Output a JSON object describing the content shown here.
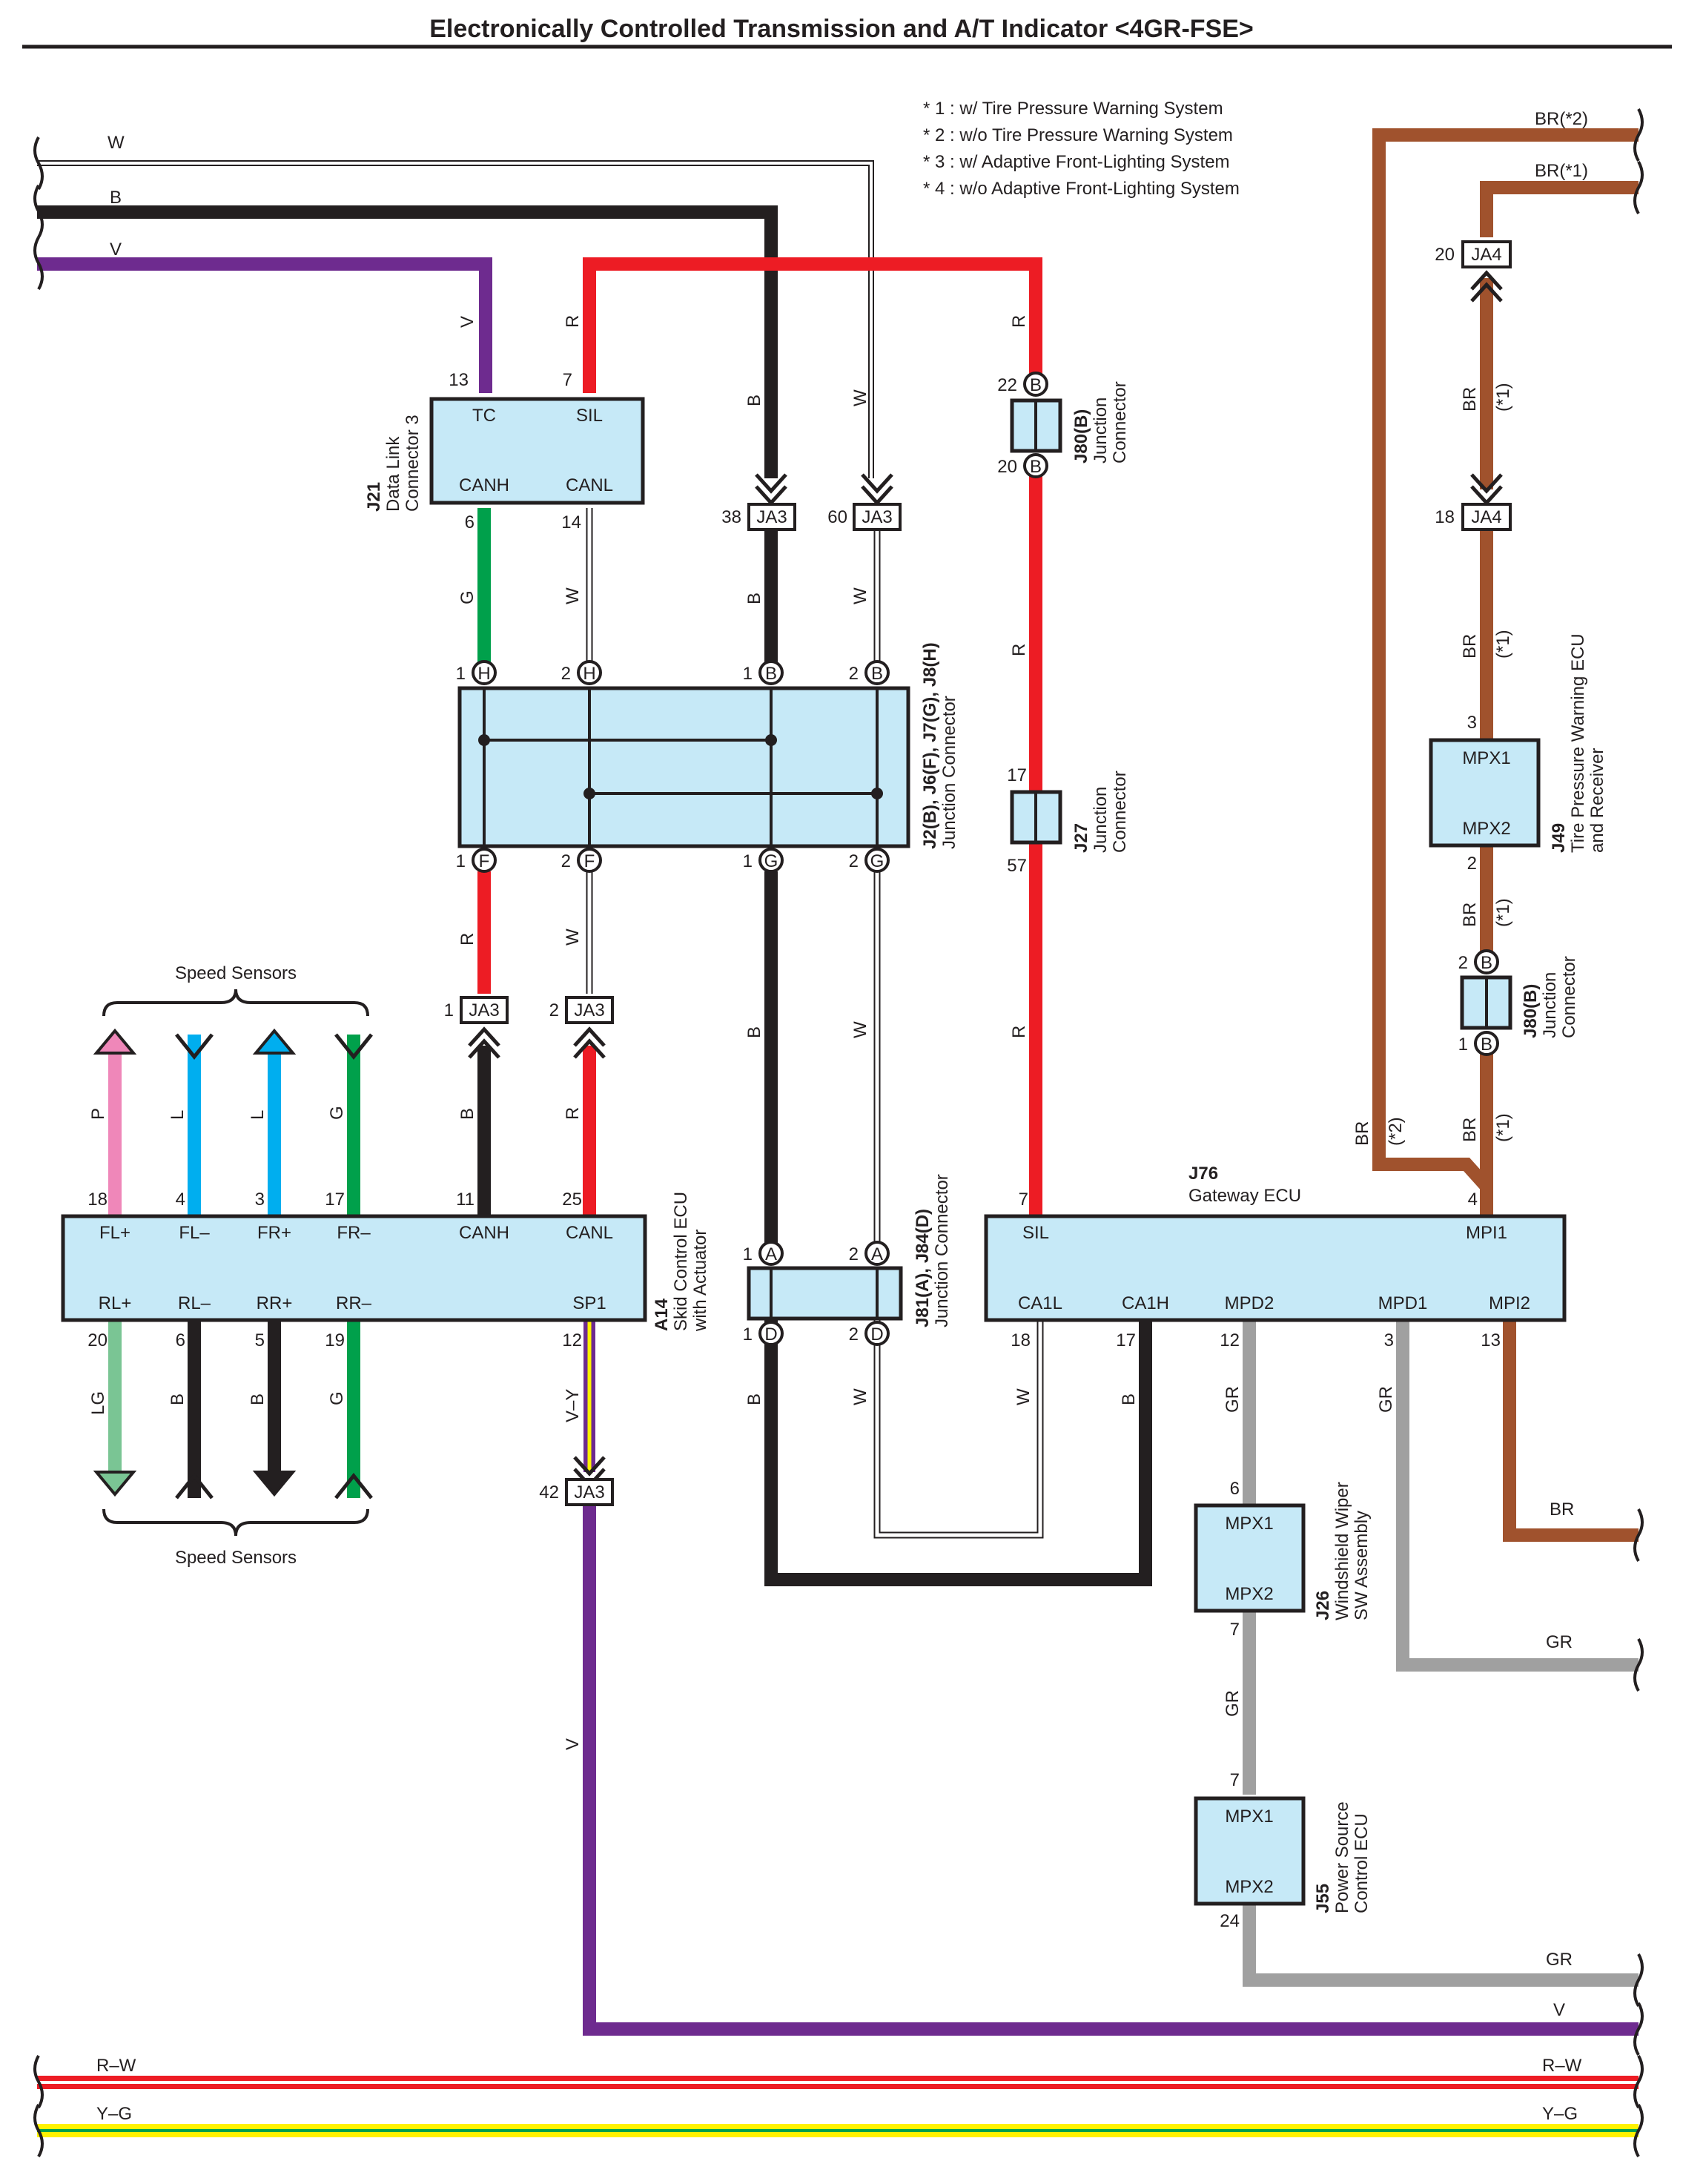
{
  "title": "Electronically Controlled Transmission and A/T Indicator <4GR-FSE>",
  "notes": [
    "* 1 : w/ Tire Pressure Warning System",
    "* 2 : w/o Tire Pressure Warning System",
    "* 3 : w/ Adaptive Front-Lighting System",
    "* 4 : w/o Adaptive Front-Lighting System"
  ],
  "colors": {
    "W": "#ffffff",
    "B": "#231f20",
    "V": "#6e2b8f",
    "R": "#ed1c24",
    "G": "#00a04b",
    "BR": "#a0522d",
    "GR": "#a0a0a0",
    "P": "#ef87b9",
    "L": "#00aeef",
    "LG": "#7ac594",
    "Y": "#fff200",
    "box": "#c6e9f7"
  },
  "wires": {
    "W": "W",
    "B": "B",
    "V": "V",
    "R": "R",
    "G": "G",
    "P": "P",
    "L": "L",
    "LG": "LG",
    "BR": "BR",
    "GR": "GR",
    "VY": "V–Y",
    "RW": "R–W",
    "YG": "Y–G",
    "BR2": "BR(*2)",
    "BR1": "BR(*1)",
    "n1": "(*1)",
    "n2": "(*2)"
  },
  "components": {
    "j21": {
      "id": "J21",
      "name1": "Data Link",
      "name2": "Connector 3",
      "p1": "TC",
      "p2": "SIL",
      "p3": "CANH",
      "p4": "CANL"
    },
    "jc": {
      "id": "J2(B), J6(F), J7(G), J8(H)",
      "name": "Junction Connector"
    },
    "j80": {
      "id": "J80(B)",
      "name1": "Junction",
      "name2": "Connector"
    },
    "j27": {
      "id": "J27",
      "name1": "Junction",
      "name2": "Connector"
    },
    "j49": {
      "id": "J49",
      "name1": "Tire Pressure Warning ECU",
      "name2": "and Receiver",
      "p1": "MPX1",
      "p2": "MPX2"
    },
    "a14": {
      "id": "A14",
      "name1": "Skid Control ECU",
      "name2": "with Actuator",
      "top": [
        "FL+",
        "FL–",
        "FR+",
        "FR–",
        "CANH",
        "CANL"
      ],
      "bot": [
        "RL+",
        "RL–",
        "RR+",
        "RR–",
        "SP1"
      ]
    },
    "j81": {
      "id": "J81(A), J84(D)",
      "name": "Junction Connector"
    },
    "j76": {
      "id": "J76",
      "name": "Gateway ECU",
      "p1": "SIL",
      "p2": "MPI1",
      "p3": "CA1L",
      "p4": "CA1H",
      "p5": "MPD2",
      "p6": "MPD1",
      "p7": "MPI2"
    },
    "j26": {
      "id": "J26",
      "name1": "Windshield Wiper",
      "name2": "SW Assembly",
      "p1": "MPX1",
      "p2": "MPX2"
    },
    "j55": {
      "id": "J55",
      "name1": "Power Source",
      "name2": "Control ECU",
      "p1": "MPX1",
      "p2": "MPX2"
    }
  },
  "connectors": {
    "ja3": "JA3",
    "ja4": "JA4"
  },
  "speed_sensors": "Speed Sensors",
  "letters": {
    "A": "A",
    "B": "B",
    "D": "D",
    "F": "F",
    "G": "G",
    "H": "H"
  },
  "pins": {
    "p1": "1",
    "p2": "2",
    "p3": "3",
    "p4": "4",
    "p5": "5",
    "p6": "6",
    "p7": "7",
    "p11": "11",
    "p12": "12",
    "p13": "13",
    "p14": "14",
    "p17": "17",
    "p18": "18",
    "p19": "19",
    "p20": "20",
    "p22": "22",
    "p24": "24",
    "p25": "25",
    "p38": "38",
    "p42": "42",
    "p57": "57",
    "p60": "60"
  }
}
